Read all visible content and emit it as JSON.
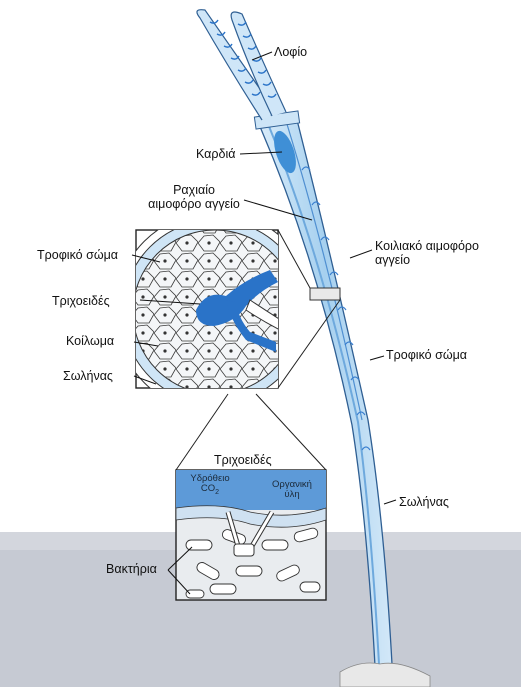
{
  "labels": {
    "plume": "Λοφίο",
    "heart": "Καρδιά",
    "dorsal_vessel_line1": "Ραχιαίο",
    "dorsal_vessel_line2": "αιμοφόρο αγγείο",
    "ventral_vessel_line1": "Κοιλιακό αιμοφόρο",
    "ventral_vessel_line2": "αγγείο",
    "trophosome_left": "Τροφικό σώμα",
    "capillaries_left": "Τριχοειδές",
    "coelom": "Κοίλωμα",
    "tube_left": "Σωλήνας",
    "trophosome_right": "Τροφικό σώμα",
    "tube_right": "Σωλήνας",
    "capillaries_inset": "Τριχοειδές",
    "hydrogen_sulfide": "Υδρόθειο",
    "co2": "CO",
    "co2_subscript": "2",
    "organic_matter_line1": "Οργανική",
    "organic_matter_line2": "ύλη",
    "bacteria": "Βακτήρια"
  },
  "colors": {
    "tube_blue": "#a9d3f0",
    "vessel_blue": "#3f8fd6",
    "deep_blue": "#2a73c8",
    "inset_blue": "#7fb1e0",
    "page_grey": "#c9cdd6",
    "ink": "#1a1a1a"
  }
}
